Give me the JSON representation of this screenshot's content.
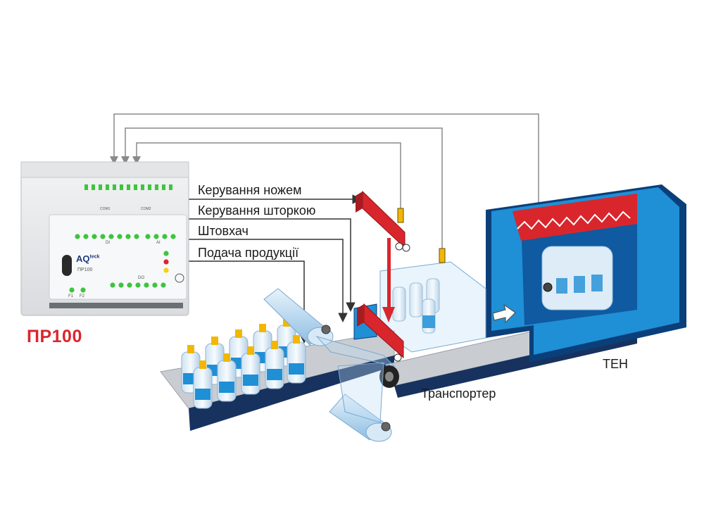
{
  "device": {
    "name": "ПР100",
    "brand_main": "AQ",
    "brand_sup": "teck",
    "model_small": "ПР100",
    "group_di": "DI",
    "group_ai": "AI",
    "group_do": "DO",
    "com1": "COM1",
    "com2": "COM2",
    "f1": "F1",
    "f2": "F2"
  },
  "callouts": {
    "knife": "Керування ножем",
    "shutter": "Керування шторкою",
    "pusher": "Штовхач",
    "feed": "Подача продукції"
  },
  "labels": {
    "conveyor": "Транспортер",
    "heater": "ТЕН"
  },
  "colors": {
    "accent_red": "#d9262c",
    "tunnel_blue": "#1f8fd6",
    "tunnel_dark": "#0b3f7a",
    "belt_navy": "#17325f",
    "belt_top": "#c9cdd2",
    "sensor_yellow": "#f2b705",
    "led_green": "#3ec43e",
    "line_gray": "#8a8a8a"
  }
}
